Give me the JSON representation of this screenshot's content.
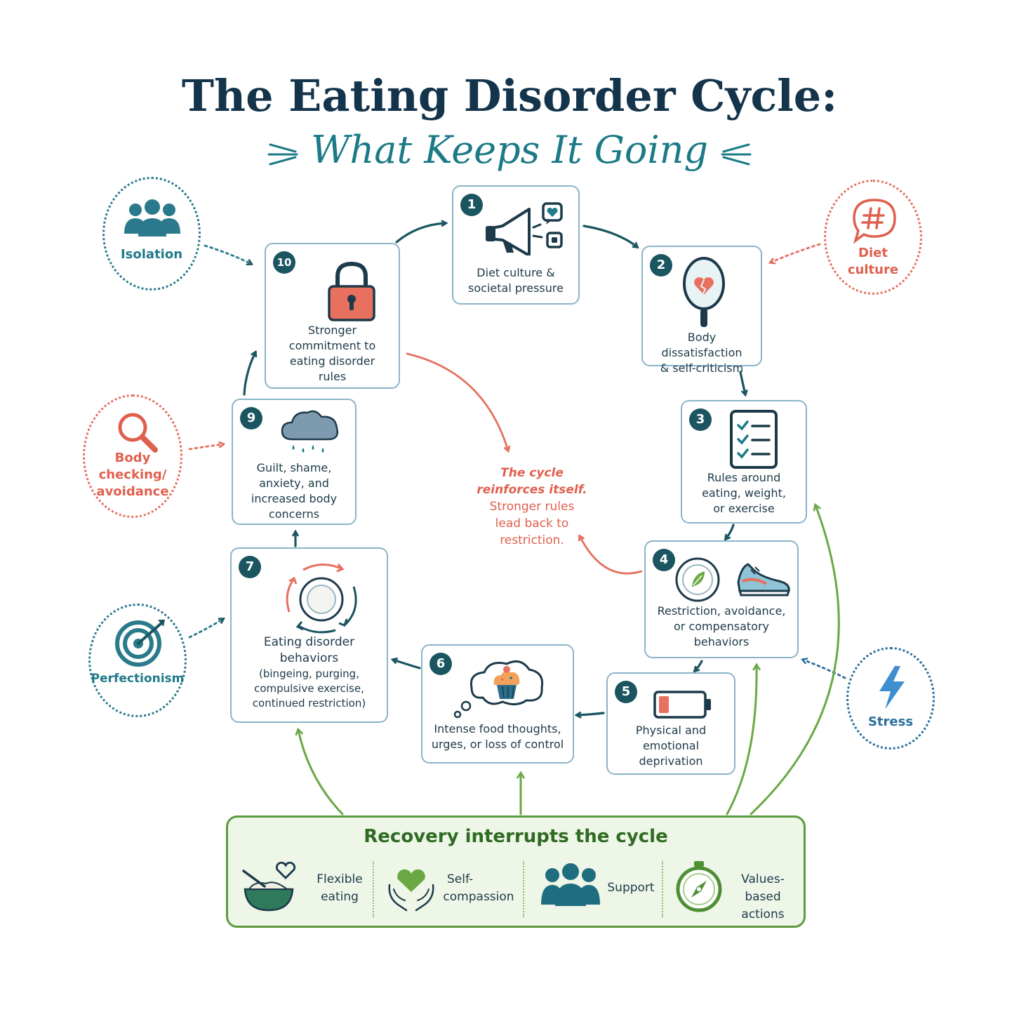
{
  "title": "The Eating Disorder Cycle:",
  "subtitle": "What Keeps It Going",
  "steps": [
    {
      "num": "1",
      "label": [
        "Diet culture &",
        "societal pressure"
      ]
    },
    {
      "num": "2",
      "label": [
        "Body dissatisfaction",
        "& self-criticism"
      ]
    },
    {
      "num": "3",
      "label": [
        "Rules around",
        "eating, weight,",
        "or exercise"
      ]
    },
    {
      "num": "4",
      "label": [
        "Restriction, avoidance,",
        "or compensatory",
        "behaviors"
      ]
    },
    {
      "num": "5",
      "label": [
        "Physical and",
        "emotional",
        "deprivation"
      ]
    },
    {
      "num": "6",
      "label": [
        "Intense food thoughts,",
        "urges, or loss of control"
      ]
    },
    {
      "num": "7",
      "label": [
        "Eating disorder",
        "behaviors",
        "(bingeing, purging,",
        "compulsive exercise,",
        "continued restriction)"
      ]
    },
    {
      "num": "9",
      "label": [
        "Guilt, shame,",
        "anxiety, and",
        "increased body",
        "concerns"
      ]
    },
    {
      "num": "10",
      "label": [
        "Stronger",
        "commitment to",
        "eating disorder",
        "rules"
      ]
    }
  ],
  "triggers": {
    "isolation": "Isolation",
    "diet_culture": [
      "Diet",
      "culture"
    ],
    "body_checking": [
      "Body",
      "checking/",
      "avoidance"
    ],
    "perfectionism": "Perfectionism",
    "stress": "Stress"
  },
  "note": {
    "emphasis": [
      "The cycle",
      "reinforces itself."
    ],
    "text": [
      "Stronger rules",
      "lead back to",
      "restriction."
    ]
  },
  "recovery": {
    "title": "Recovery interrupts the cycle",
    "items": [
      {
        "label": [
          "Flexible",
          "eating"
        ]
      },
      {
        "label": [
          "Self-",
          "compassion"
        ]
      },
      {
        "label": [
          "Support"
        ]
      },
      {
        "label": [
          "Values-based",
          "actions"
        ]
      }
    ]
  },
  "icons": [
    "megaphone-icon",
    "heart-icon",
    "mirror-icon",
    "broken-heart-icon",
    "checklist-icon",
    "plate-icon",
    "sneaker-icon",
    "low-battery-icon",
    "thought-cupcake-icon",
    "circular-arrows-plate-icon",
    "rain-cloud-icon",
    "padlock-icon",
    "people-icon",
    "hashtag-bubble-icon",
    "magnifier-icon",
    "target-icon",
    "lightning-icon",
    "bowl-heart-icon",
    "hands-heart-icon",
    "compass-icon"
  ],
  "colors": {
    "teal_dark": "#1a5560",
    "teal": "#1f7a8a",
    "coral": "#e0604e",
    "green": "#5c9a3c",
    "navy": "#13344a"
  }
}
